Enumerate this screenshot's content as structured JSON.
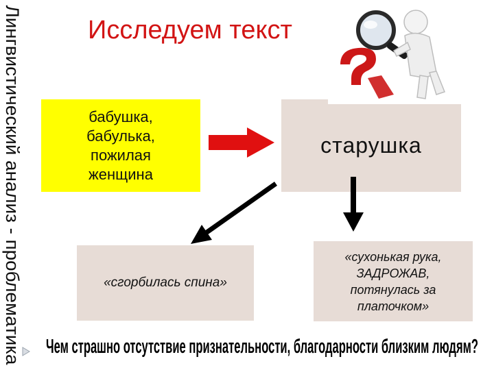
{
  "slide": {
    "side_title": "Лингвистический анализ - проблематика",
    "title": "Исследуем текст",
    "synonyms_text": "бабушка, бабулька, пожилая женщина",
    "main_word": "старушка",
    "detail_back": "«сгорбилась спина»",
    "detail_hand": "«сухонькая рука, ЗАДРОЖАВ, потянулась за платочком»",
    "bottom_question": "Чем страшно отсутствие признательности, благодарности близким людям?"
  },
  "colors": {
    "title_red": "#d21414",
    "arrow_red": "#e01010",
    "synonym_box": "#ffff00",
    "card_bg": "#e7dcd6",
    "text_dark": "#111111"
  },
  "icons": {
    "illustration": "magnifier-figure-with-question-mark",
    "nav": "chevron-right-icon"
  }
}
